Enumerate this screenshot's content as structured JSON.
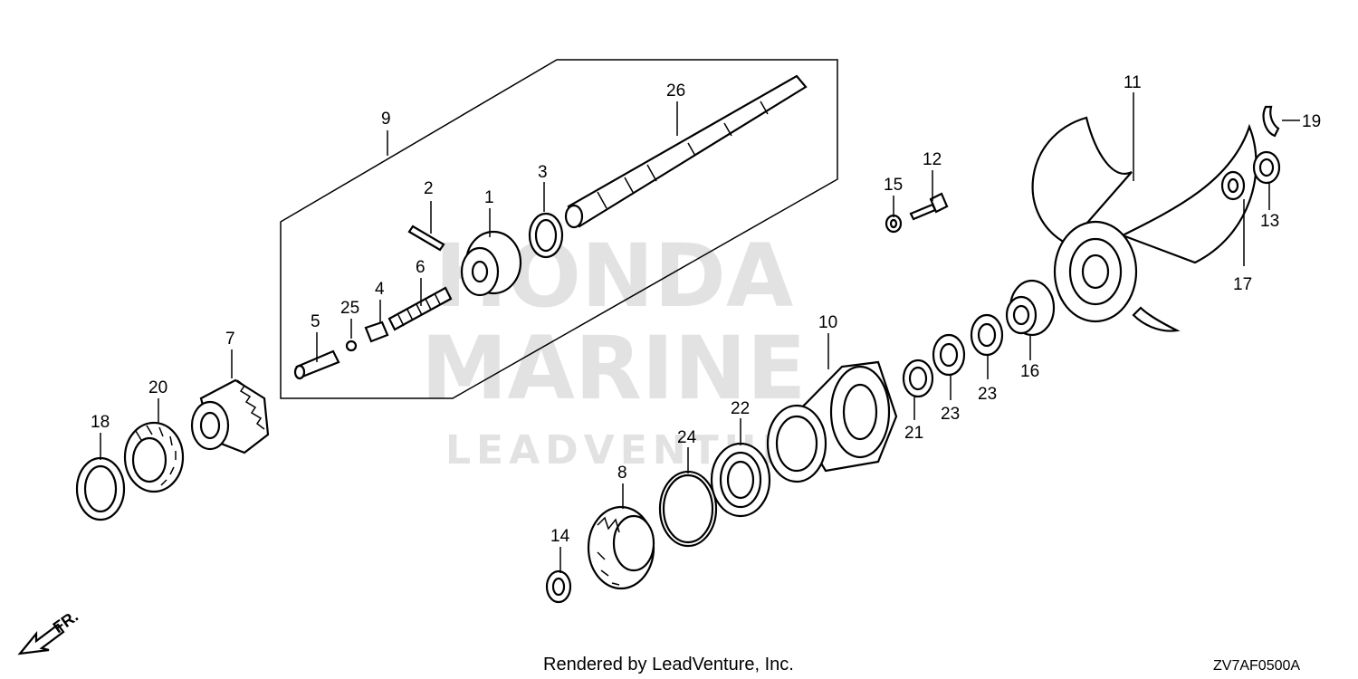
{
  "diagram": {
    "footer_credit": "Rendered by LeadVenture, Inc.",
    "diagram_code": "ZV7AF0500A",
    "direction_label": "FR.",
    "watermark": {
      "line1": "HONDA",
      "line2": "MARINE",
      "line3": "LEADVENTURE"
    },
    "callouts": {
      "c1": "1",
      "c2": "2",
      "c3": "3",
      "c4": "4",
      "c5": "5",
      "c6": "6",
      "c7": "7",
      "c8": "8",
      "c9": "9",
      "c10": "10",
      "c11": "11",
      "c12": "12",
      "c13": "13",
      "c14": "14",
      "c15": "15",
      "c16": "16",
      "c17": "17",
      "c18": "18",
      "c19": "19",
      "c20": "20",
      "c21": "21",
      "c22": "22",
      "c23a": "23",
      "c23b": "23",
      "c24": "24",
      "c25": "25",
      "c26": "26"
    }
  }
}
